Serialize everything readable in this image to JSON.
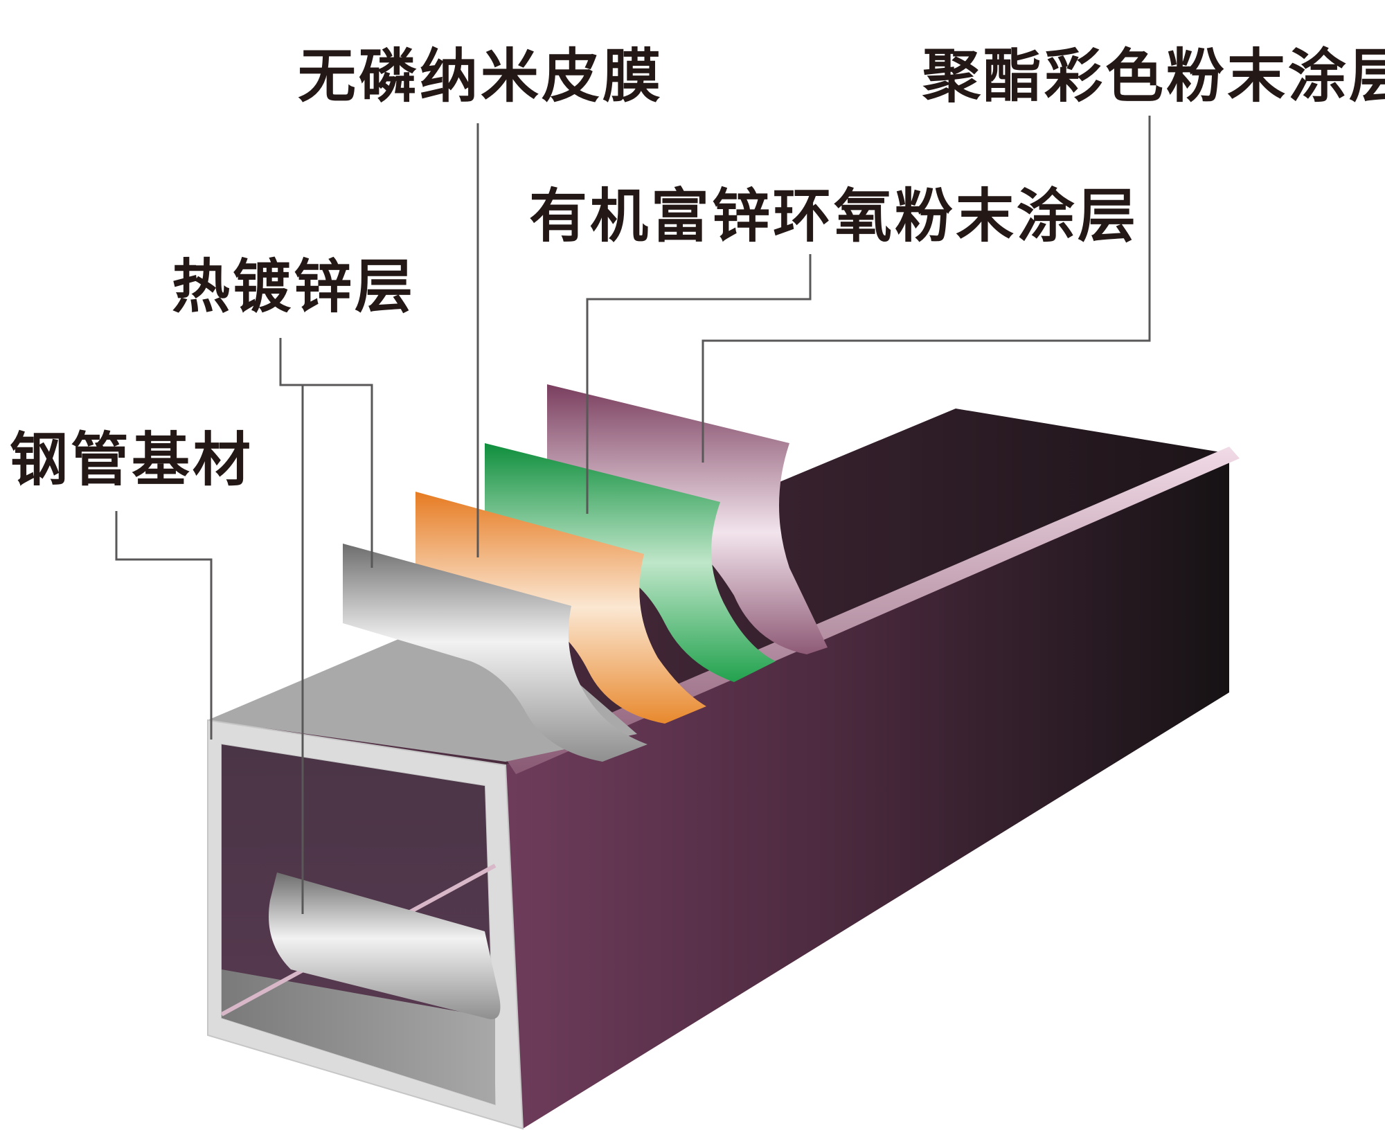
{
  "labels": {
    "steel_pipe_substrate": "钢管基材",
    "hot_dip_galvanized_layer": "热镀锌层",
    "phosphorus_free_nano_film": "无磷纳米皮膜",
    "organic_zinc_rich_epoxy_powder_coating": "有机富锌环氧粉末涂层",
    "polyester_color_powder_coating": "聚酯彩色粉末涂层"
  },
  "colors": {
    "label_text": "#231815",
    "leader_line": "#595757",
    "outer_coating": "#6b3a56",
    "epoxy_layer": "#1a9a48",
    "nano_film": "#e8802e",
    "galvanized": "#b5b5b5",
    "substrate_edge": "#dcdcdc"
  }
}
